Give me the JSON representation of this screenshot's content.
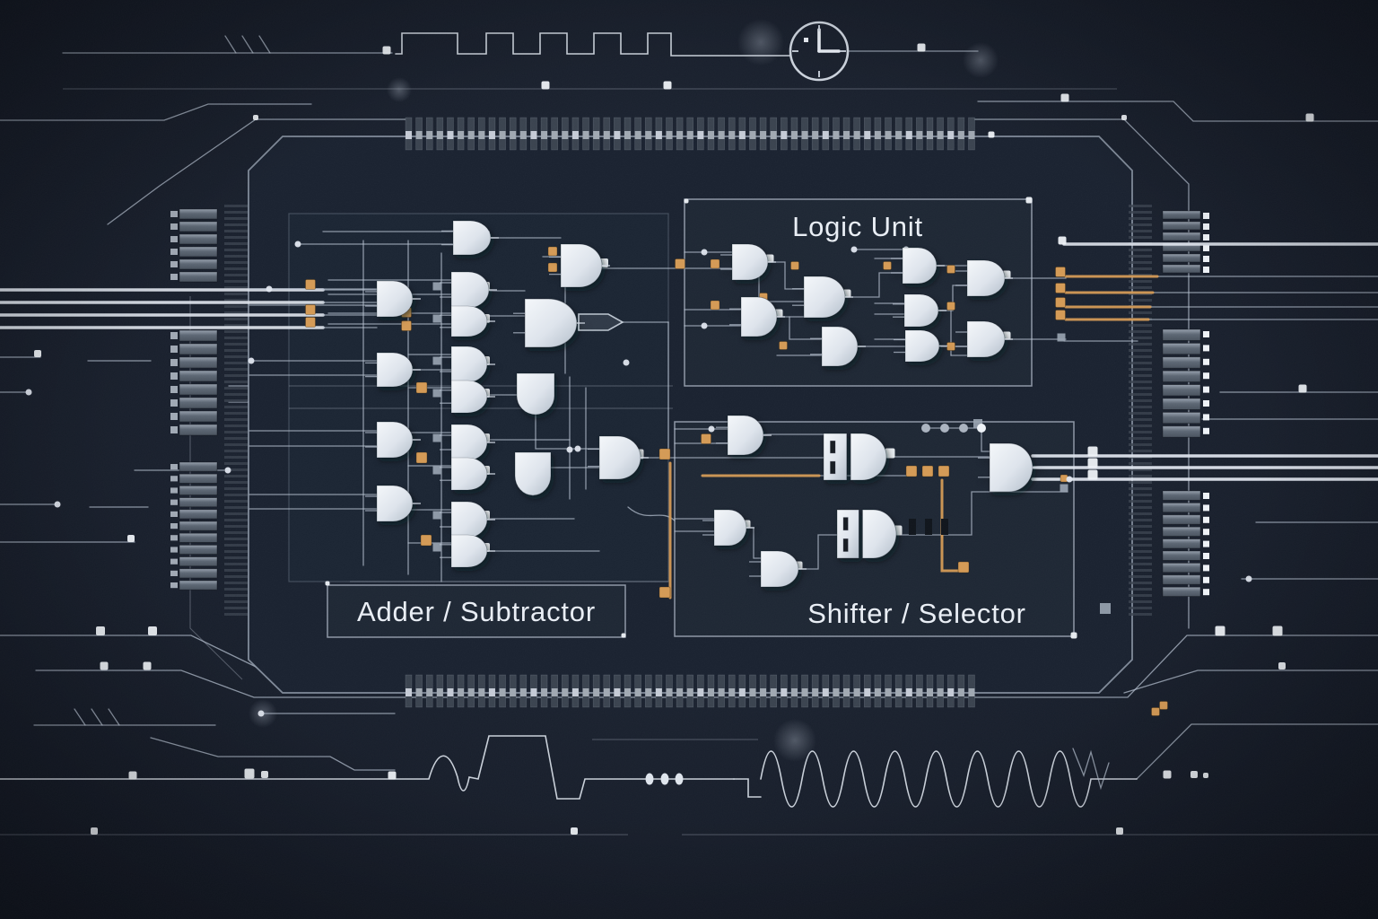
{
  "labels": {
    "logic_unit": "Logic Unit",
    "adder_subtractor": "Adder / Subtractor",
    "shifter_selector": "Shifter / Selector"
  },
  "icons": {
    "clock": "clock-icon",
    "slash_ticks": "hatch-slash-icon",
    "ellipsis": "ellipsis-dots-icon"
  },
  "theme": {
    "background": "#151b26",
    "chip_fill": "#1a2230",
    "panel_fill": "#1e2734",
    "line": "#b9c3d2",
    "line_bright": "#dde3ec",
    "accent_orange": "#d49a55",
    "gate_fill_light": "#f4f7fa",
    "gate_fill_dark": "#bcc6d2",
    "pad_fill": "#6a7482",
    "text": "#e9eef5"
  },
  "pins": {
    "top_strip_count": 55,
    "bottom_strip_count": 55,
    "left_groups": [
      6,
      8,
      11
    ],
    "right_groups": [
      6,
      8,
      9
    ]
  },
  "waveform": {
    "square_pulse_count": 6,
    "sine_cycle_count": 8,
    "ellipsis_dot_count": 3
  }
}
